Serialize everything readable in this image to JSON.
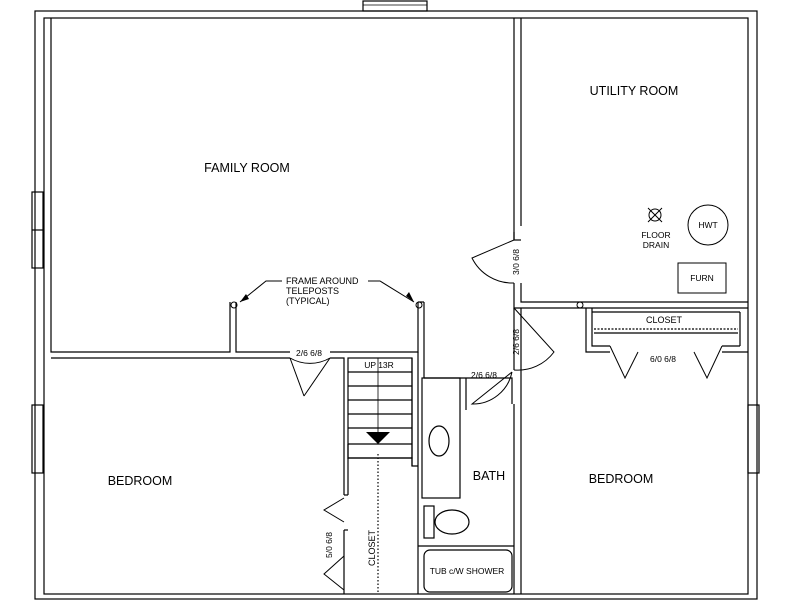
{
  "rooms": {
    "family_room": "FAMILY ROOM",
    "utility_room": "UTILITY ROOM",
    "bedroom_left": "BEDROOM",
    "bedroom_right": "BEDROOM",
    "bath": "BATH",
    "closet_top": "CLOSET",
    "closet_stair": "CLOSET"
  },
  "fixtures": {
    "hwt": "HWT",
    "furnace": "FURN",
    "floor_drain_line1": "FLOOR",
    "floor_drain_line2": "DRAIN",
    "tub": "TUB c/W SHOWER"
  },
  "annotations": {
    "frame_line1": "FRAME AROUND",
    "frame_line2": "TELEPOSTS",
    "frame_line3": "(TYPICAL)",
    "stairs": "UP 13R"
  },
  "door_sizes": {
    "family_bedroom": "2/6 6/8",
    "hall_bath": "2/6 6/8",
    "utility_door": "3/0 6/8",
    "bedroom_door": "2/6 6/8",
    "closet_bifold_right": "6/0 6/8",
    "closet_bifold_left": "5/0 6/8"
  }
}
